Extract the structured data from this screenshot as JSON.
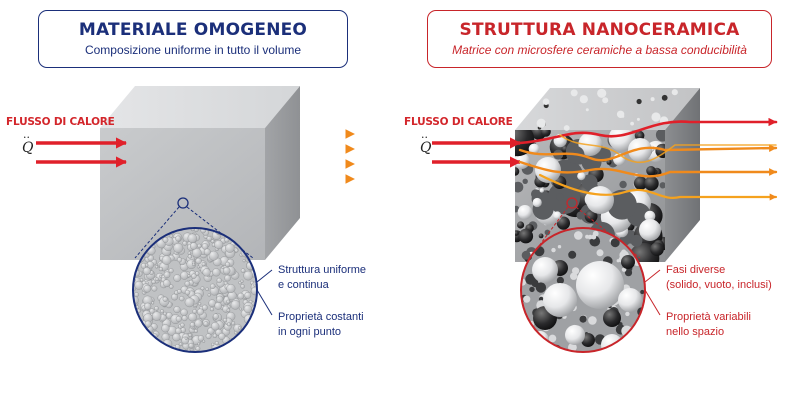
{
  "left_panel": {
    "title": "MATERIALE OMOGENEO",
    "subtitle": "Composizione uniforme in tutto il volume",
    "flux_label": "FLUSSO DI CALORE",
    "symbol": "Q",
    "notes": [
      [
        "Struttura uniforme",
        "e continua"
      ],
      [
        "Proprietà costanti",
        "in ogni punto"
      ]
    ]
  },
  "right_panel": {
    "title": "STRUTTURA NANOCERAMICA",
    "subtitle": "Matrice con microsfere ceramiche a bassa conducibilità",
    "flux_label": "FLUSSO DI CALORE",
    "symbol": "Q",
    "notes": [
      [
        "Fasi diverse",
        "(solido, vuoto, inclusi)"
      ],
      [
        "Proprietà variabili",
        "nello spazio"
      ]
    ]
  },
  "colors": {
    "blue": "#1b2f7a",
    "red": "#c8252a",
    "arrow_red": "#e0202a",
    "arrow_orange": "#f08a1c"
  }
}
